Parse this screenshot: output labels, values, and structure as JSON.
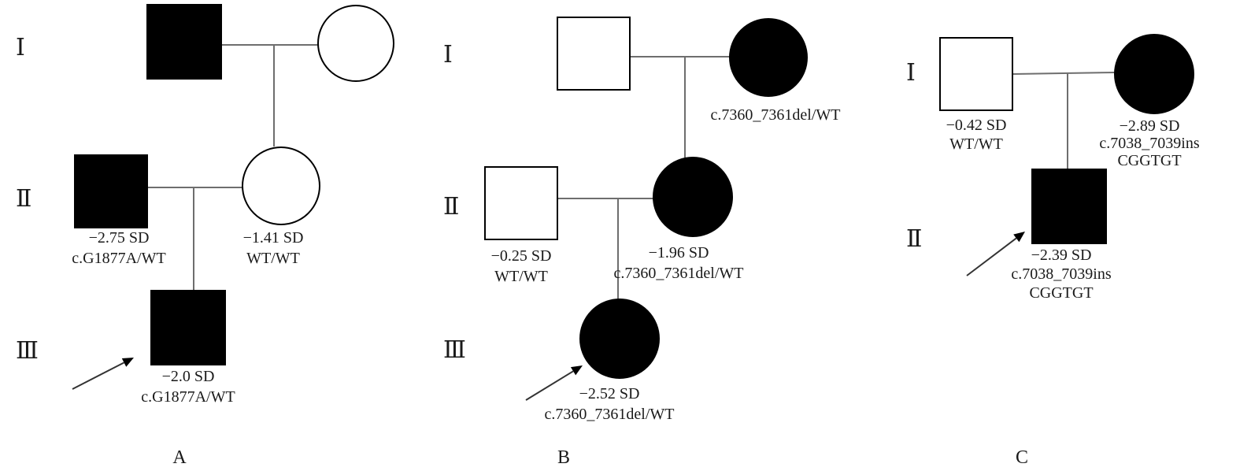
{
  "panels": [
    {
      "label": "A",
      "generations": [
        "Ⅰ",
        "Ⅱ",
        "Ⅲ"
      ],
      "individuals": {
        "I1": {
          "sex": "male",
          "affected": true,
          "lines": []
        },
        "I2": {
          "sex": "female",
          "affected": false,
          "lines": []
        },
        "II1": {
          "sex": "male",
          "affected": true,
          "lines": [
            "−2.75 SD",
            "c.G1877A/WT"
          ]
        },
        "II2": {
          "sex": "female",
          "affected": false,
          "lines": [
            "−1.41 SD",
            "WT/WT"
          ]
        },
        "III1": {
          "sex": "male",
          "affected": true,
          "proband": true,
          "lines": [
            "−2.0 SD",
            "c.G1877A/WT"
          ]
        }
      }
    },
    {
      "label": "B",
      "generations": [
        "Ⅰ",
        "Ⅱ",
        "Ⅲ"
      ],
      "individuals": {
        "I1": {
          "sex": "male",
          "affected": false,
          "lines": []
        },
        "I2": {
          "sex": "female",
          "affected": true,
          "lines": [
            "c.7360_7361del/WT"
          ]
        },
        "II1": {
          "sex": "male",
          "affected": false,
          "lines": [
            "−0.25 SD",
            "WT/WT"
          ]
        },
        "II2": {
          "sex": "female",
          "affected": true,
          "lines": [
            "−1.96 SD",
            "c.7360_7361del/WT"
          ]
        },
        "III1": {
          "sex": "female",
          "affected": true,
          "proband": true,
          "lines": [
            "−2.52 SD",
            "c.7360_7361del/WT"
          ]
        }
      }
    },
    {
      "label": "C",
      "generations": [
        "Ⅰ",
        "Ⅱ"
      ],
      "individuals": {
        "I1": {
          "sex": "male",
          "affected": false,
          "lines": [
            "−0.42 SD",
            "WT/WT"
          ]
        },
        "I2": {
          "sex": "female",
          "affected": true,
          "lines": [
            "−2.89 SD",
            "c.7038_7039ins",
            "CGGTGT"
          ]
        },
        "II1": {
          "sex": "male",
          "affected": true,
          "proband": true,
          "lines": [
            "−2.39 SD",
            "c.7038_7039ins",
            "CGGTGT"
          ]
        }
      }
    }
  ]
}
